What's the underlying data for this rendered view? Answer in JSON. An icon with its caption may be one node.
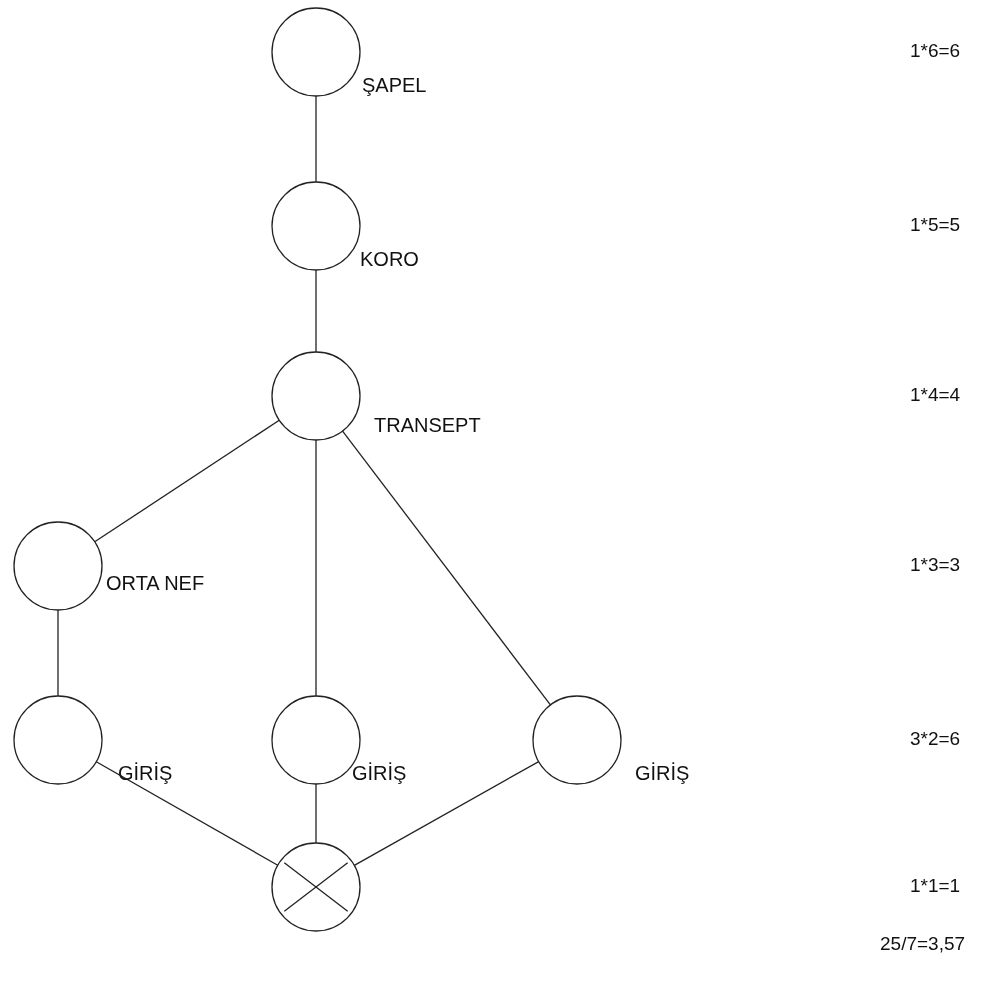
{
  "diagram": {
    "nodes": [
      {
        "text": [],
        "shape": "circle",
        "beside": [
          "ŞAPEL"
        ]
      },
      {
        "text": [],
        "shape": "circle",
        "beside": [
          "KORO"
        ]
      },
      {
        "text": [],
        "shape": "circle",
        "beside": [
          "TRANSEPT"
        ]
      },
      {
        "text": [],
        "shape": "circle",
        "beside": [
          "ORTA NEF"
        ]
      },
      {
        "text": [],
        "shape": "circle",
        "beside": [
          "GİRİŞ"
        ]
      },
      {
        "text": [],
        "shape": "circle",
        "beside": [
          "GİRİŞ"
        ]
      },
      {
        "text": [],
        "shape": "circle",
        "beside": [
          "GİRİŞ"
        ]
      },
      {
        "text": [],
        "shape": "crossed-circle"
      }
    ],
    "edges": [
      {
        "from": 0,
        "to": 1,
        "arrow": "none"
      },
      {
        "from": 1,
        "to": 2,
        "arrow": "none"
      },
      {
        "from": 2,
        "to": 3,
        "arrow": "none"
      },
      {
        "from": 2,
        "to": 5,
        "arrow": "none"
      },
      {
        "from": 2,
        "to": 6,
        "arrow": "none"
      },
      {
        "from": 3,
        "to": 4,
        "arrow": "none"
      },
      {
        "from": 4,
        "to": 7,
        "arrow": "none"
      },
      {
        "from": 5,
        "to": 7,
        "arrow": "none"
      },
      {
        "from": 6,
        "to": 7,
        "arrow": "none"
      }
    ],
    "labels": [
      "1*6=6",
      "1*5=5",
      "1*4=4",
      "1*3=3",
      "3*2=6",
      "1*1=1",
      "25/7=3,57"
    ]
  }
}
